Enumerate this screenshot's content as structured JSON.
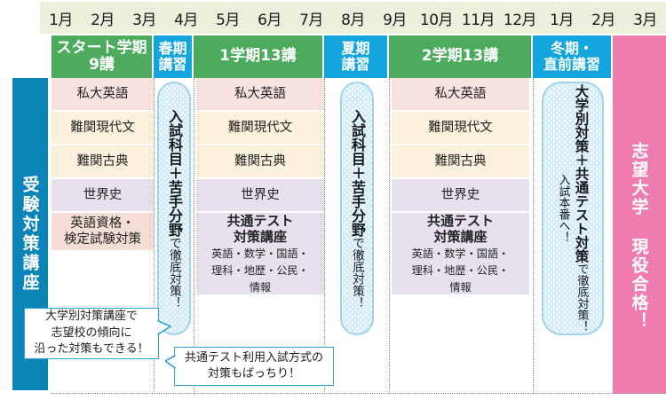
{
  "colors": {
    "green": "#4cab5d",
    "blue": "#13a5dd",
    "pink": "#ef7cae",
    "teal": "#0b84b8",
    "header_band": "#edeedc",
    "capsule_fill": "#d5ecf9",
    "capsule_border": "#9ed3ee",
    "row_pink": "#f7e2e0",
    "row_cream": "#fbf1dd",
    "row_lilac": "#e7e1ee",
    "row_salmon": "#f4ddd5"
  },
  "months": [
    "1月",
    "2月",
    "3月",
    "4月",
    "5月",
    "6月",
    "7月",
    "8月",
    "9月",
    "10月",
    "11月",
    "12月",
    "1月",
    "2月",
    "3月"
  ],
  "sidebar": {
    "label": "受験対策講座"
  },
  "terms": [
    {
      "line1": "スタート学期",
      "line2": "9講",
      "color": "green"
    },
    {
      "line1": "春期",
      "line2": "講習",
      "color": "blue"
    },
    {
      "line1": "1学期13講",
      "line2": "",
      "color": "green"
    },
    {
      "line1": "夏期",
      "line2": "講習",
      "color": "blue"
    },
    {
      "line1": "2学期13講",
      "line2": "",
      "color": "green"
    },
    {
      "line1": "冬期・",
      "line2": "直前講習",
      "color": "blue"
    },
    {
      "line1": "",
      "line2": "",
      "color": "pink"
    }
  ],
  "start_term_subjects": [
    {
      "label": "私大英語",
      "tone": "c-pink"
    },
    {
      "label": "難関現代文",
      "tone": "c-cream"
    },
    {
      "label": "難関古典",
      "tone": "c-cream"
    },
    {
      "label": "世界史",
      "tone": "c-lilac"
    },
    {
      "label": "英語資格・\n検定試験対策",
      "line1": "英語資格・",
      "line2": "検定試験対策",
      "tone": "c-salmon"
    }
  ],
  "semester_subjects": [
    {
      "label": "私大英語",
      "tone": "c-pink"
    },
    {
      "label": "難関現代文",
      "tone": "c-cream"
    },
    {
      "label": "難関古典",
      "tone": "c-cream"
    },
    {
      "label": "世界史",
      "tone": "c-lilac"
    }
  ],
  "kyotsu_block": {
    "title_line1": "共通テスト",
    "title_line2": "対策講座",
    "sub_line1": "英語・数学・国語・",
    "sub_line2": "理科・地歴・公民・",
    "sub_line3": "情報",
    "tone": "c-lilac"
  },
  "capsules": {
    "spring": {
      "bold": "入試科目＋苦手分野",
      "rest": "で徹底対策！"
    },
    "summer": {
      "bold": "入試科目＋苦手分野",
      "rest": "で徹底対策！"
    },
    "winter_bold": "大学別対策＋共通テスト対策",
    "winter_rest": "で",
    "winter_line2": "徹底対策！入試本番へ！"
  },
  "goal": {
    "label": "志望大学 現役合格！"
  },
  "callouts": [
    {
      "line1": "大学別対策講座で",
      "line2": "志望校の傾向に",
      "line3": "沿った対策もできる！"
    },
    {
      "line1": "共通テスト利用入試方式の",
      "line2": "対策もばっちり！",
      "line3": ""
    }
  ]
}
